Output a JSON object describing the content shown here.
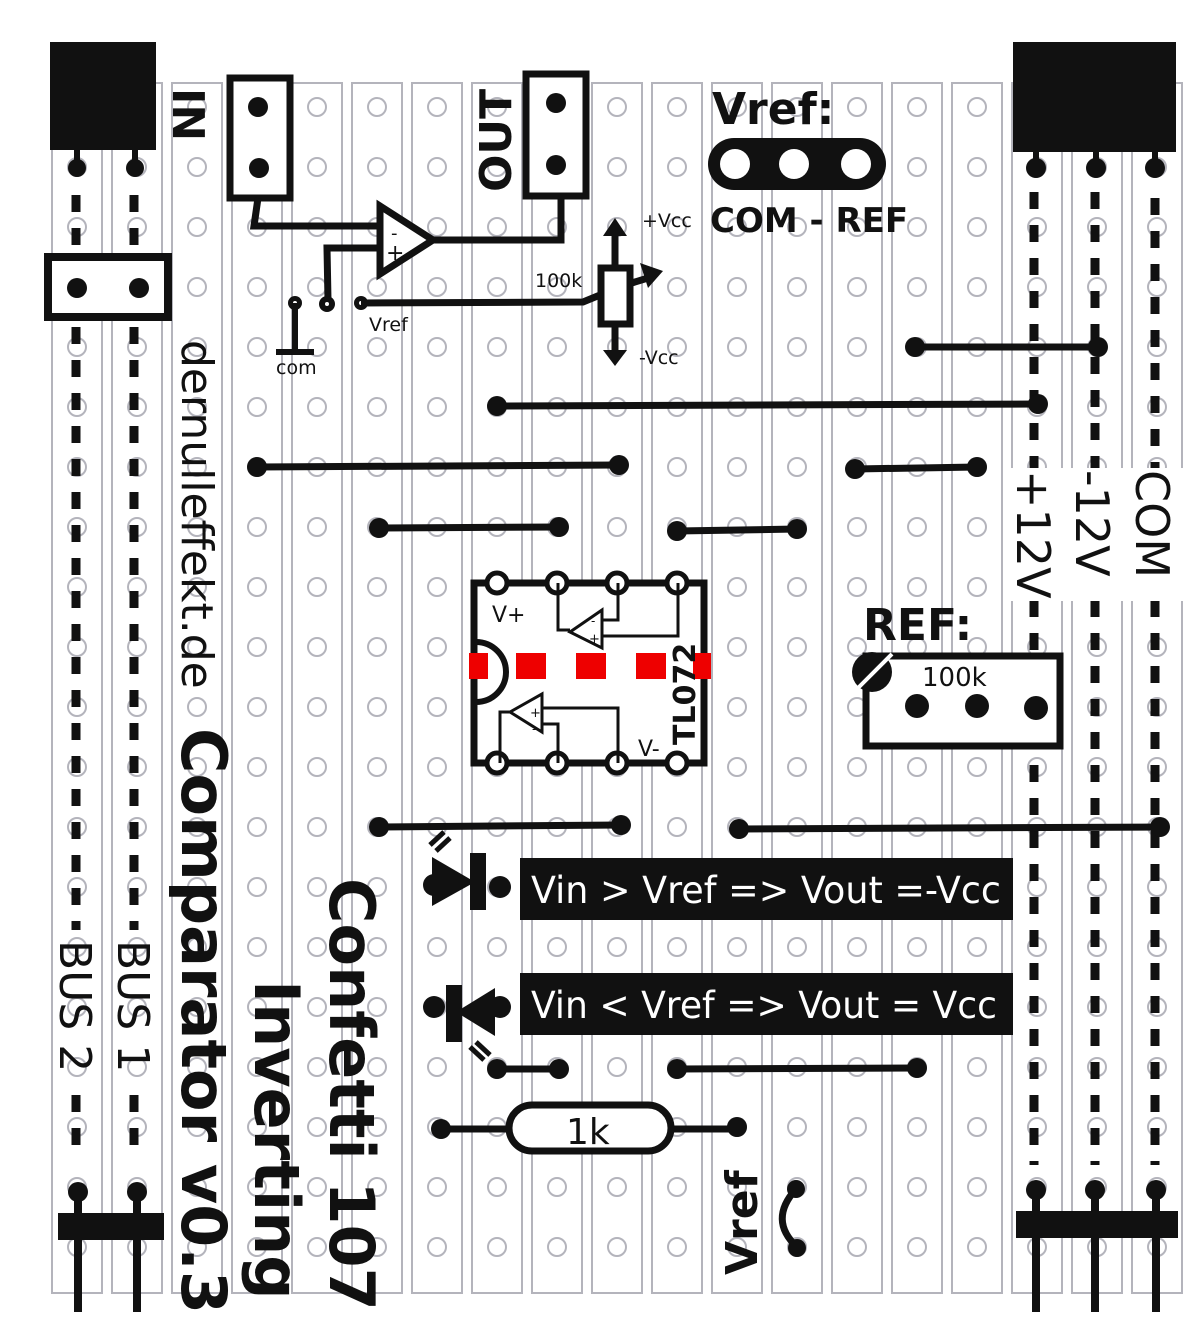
{
  "board": {
    "type": "stripboard layout",
    "colors": {
      "trace": "#111111",
      "strip": "#b4b4bc",
      "hole": "#b4b4bc",
      "cut_marker": "#ee0000",
      "background": "#ffffff"
    }
  },
  "titles": {
    "website": "dernulleffekt.de",
    "product": "Comparator v0.3",
    "series": "Confetti 107",
    "variant": "Inverting"
  },
  "connectors": {
    "input_label": "IN",
    "output_label": "OUT",
    "bus_left": [
      "BUS 2",
      "BUS 1"
    ],
    "power_right": [
      "+12V",
      "-12V",
      "COM"
    ]
  },
  "schematic": {
    "opamp_minus": "-",
    "opamp_plus": "+",
    "pot_value": "100k",
    "pos_supply": "+Vcc",
    "neg_supply": "-Vcc",
    "vref_label": "Vref",
    "com_label": "com"
  },
  "vref_jumper": {
    "title": "Vref:",
    "caption": "COM - REF"
  },
  "ic": {
    "part": "TL072",
    "vplus": "V+",
    "vminus": "V-",
    "amp_minus": "-",
    "amp_plus": "+"
  },
  "ref_trimmer": {
    "title": "REF:",
    "value": "100k"
  },
  "leds": [
    {
      "text": "Vin > Vref => Vout =-Vcc"
    },
    {
      "text": "Vin < Vref => Vout = Vcc"
    }
  ],
  "resistor": {
    "value": "1k"
  },
  "vref_bridge_label": "Vref"
}
